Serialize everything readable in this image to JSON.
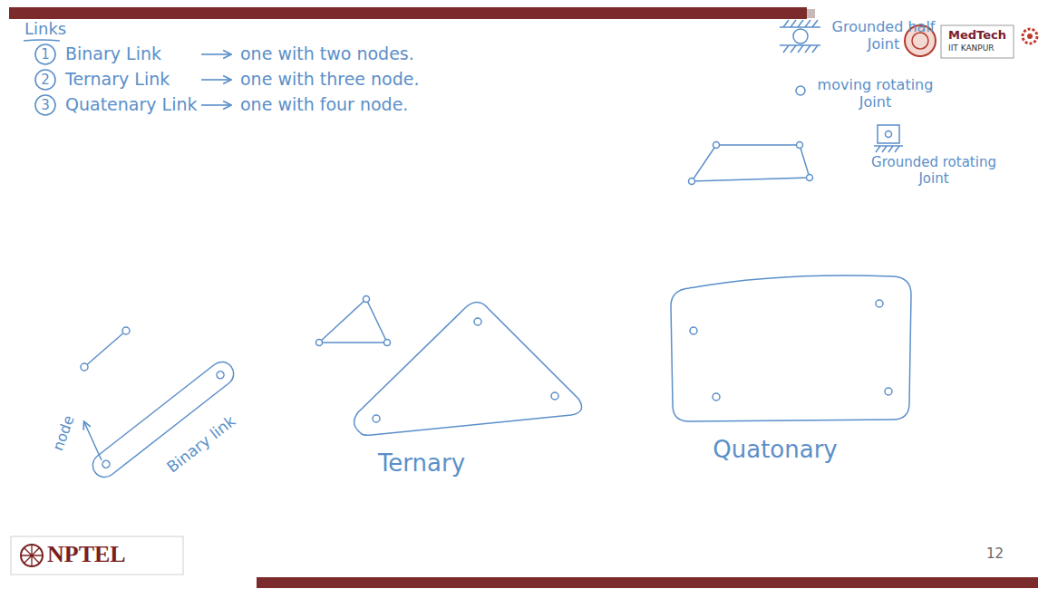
{
  "diagram": {
    "title": "Links",
    "labels": [
      "1",
      "Binary Link",
      "one with two nodes.",
      "2",
      "Ternary Link",
      "one with three node.",
      "3",
      "Quatenary Link",
      "one with four node.",
      "Grounded half Joint",
      "moving rotating Joint",
      "Grounded rotating Joint",
      "node",
      "Binary link",
      "Ternary",
      "Quatonary",
      "MedTech",
      "IIT KANPUR",
      "NPTEL",
      "12"
    ]
  }
}
